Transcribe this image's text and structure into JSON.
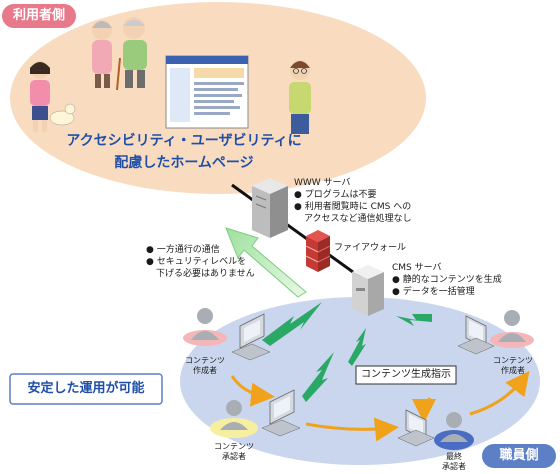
{
  "user_side": {
    "badge": "利用者側",
    "title_lines": [
      "アクセシビリティ・ユーザビリティに",
      "配慮したホームページ"
    ]
  },
  "www_server": {
    "name": "WWW サーバ",
    "notes": [
      "● プログラムは不要",
      "● 利用者閲覧時に CMS への",
      "アクセスなど通信処理なし"
    ]
  },
  "firewall": {
    "name": "ファイアウォール"
  },
  "one_way": {
    "notes": [
      "● 一方通行の通信",
      "● セキュリティレベルを",
      "下げる必要はありません"
    ]
  },
  "cms_server": {
    "name": "CMS サーバ",
    "notes": [
      "● 静的なコンテンツを生成",
      "● データを一括管理"
    ]
  },
  "staff_side": {
    "badge": "職員側",
    "stable_label": "安定した運用が可能",
    "generate_instruction": "コンテンツ生成指示",
    "roles": {
      "creator_left": [
        "コンテンツ",
        "作成者"
      ],
      "creator_right": [
        "コンテンツ",
        "作成者"
      ],
      "approver": [
        "コンテンツ",
        "承認者"
      ],
      "final_approver": [
        "最終",
        "承認者"
      ]
    }
  },
  "colors": {
    "user_ellipse": "#f9dcc0",
    "staff_ellipse": "#c9d6ee",
    "badge_pink": "#e8798a",
    "badge_blue": "#5c7fc6",
    "title_blue": "#1f4fa8",
    "bolt_green": "#2aa866",
    "arrow_orange": "#f0a21a"
  }
}
